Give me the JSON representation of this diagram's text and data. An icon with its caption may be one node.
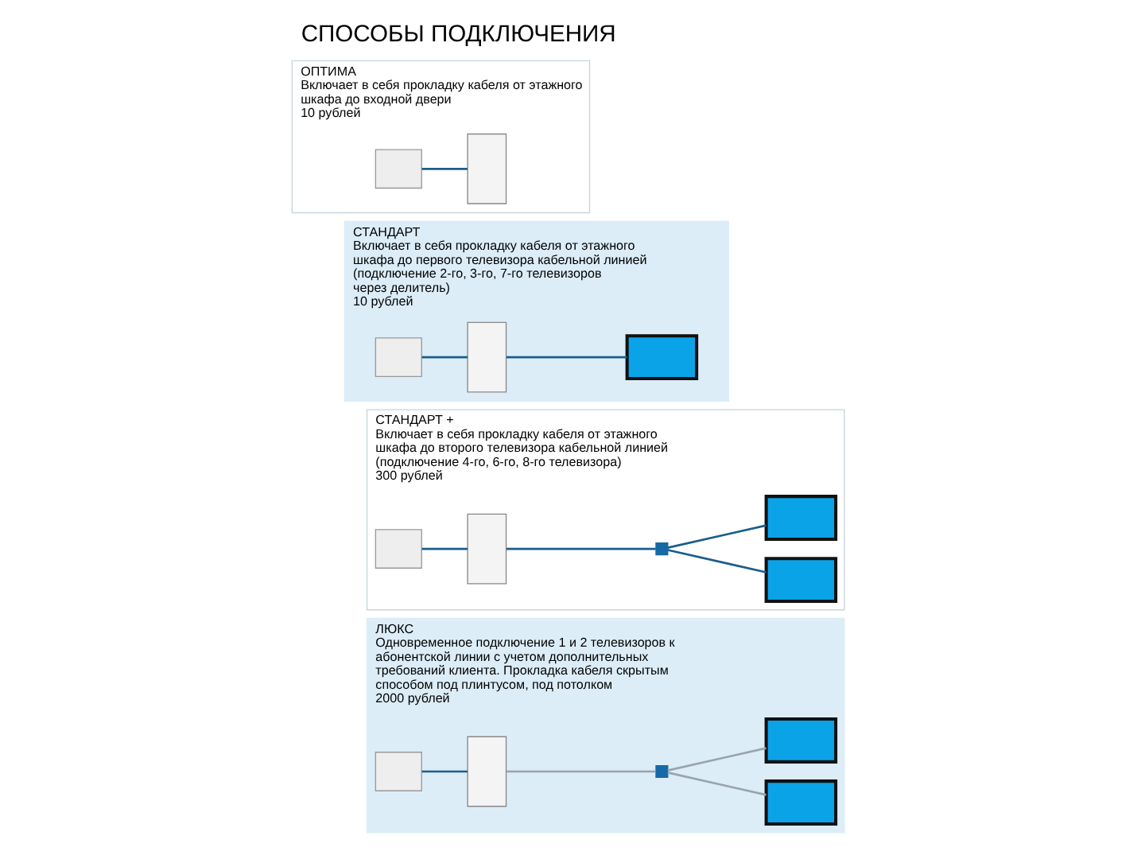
{
  "diagram": {
    "title": "СПОСОБЫ ПОДКЛЮЧЕНИЯ",
    "nodes": [
      {
        "text": [
          "ОПТИМА",
          "Включает в себя прокладку кабеля от этажного шкафа до входной двери",
          "10 рублей"
        ]
      },
      {
        "text": [],
        "shape": "box",
        "in": 0
      },
      {
        "text": [],
        "shape": "door",
        "in": 0
      },
      {
        "text": [
          "СТАНДАРТ",
          "Включает в себя прокладку кабеля от этажного шкафа до первого телевизора кабельной линией (подключение 2-го, 3-го, 7-го телевизоров через делитель)",
          "10 рублей"
        ]
      },
      {
        "text": [],
        "shape": "box",
        "in": 3
      },
      {
        "text": [],
        "shape": "door",
        "in": 3
      },
      {
        "text": [],
        "shape": "monitor",
        "in": 3
      },
      {
        "text": [
          "СТАНДАРТ +",
          "Включает в себя прокладку кабеля от этажного шкафа до второго телевизора кабельной линией (подключение 4-го, 6-го, 8-го телевизора)",
          "300 рублей"
        ]
      },
      {
        "text": [],
        "shape": "box",
        "in": 7
      },
      {
        "text": [],
        "shape": "door",
        "in": 7
      },
      {
        "text": [],
        "shape": "box",
        "in": 7
      },
      {
        "text": [],
        "shape": "monitor",
        "in": 7
      },
      {
        "text": [],
        "shape": "monitor",
        "in": 7
      },
      {
        "text": [
          "ЛЮКС",
          "Одновременное подключение 1 и 2 телевизоров к абонентской линии с учетом дополнительных требований клиента. Прокладка кабеля скрытым способом под плинтусом, под потолком",
          "2000 рублей"
        ]
      },
      {
        "text": [],
        "shape": "box",
        "in": 13
      },
      {
        "text": [],
        "shape": "door",
        "in": 13
      },
      {
        "text": [],
        "shape": "box",
        "in": 13
      },
      {
        "text": [],
        "shape": "monitor",
        "in": 13
      },
      {
        "text": [],
        "shape": "monitor",
        "in": 13
      }
    ],
    "edges": [
      {
        "from": 1,
        "to": 2,
        "arrow": "none"
      },
      {
        "from": 4,
        "to": 5,
        "arrow": "none"
      },
      {
        "from": 5,
        "to": 6,
        "arrow": "none"
      },
      {
        "from": 8,
        "to": 9,
        "arrow": "none"
      },
      {
        "from": 9,
        "to": 10,
        "arrow": "none"
      },
      {
        "from": 10,
        "to": 11,
        "arrow": "none"
      },
      {
        "from": 10,
        "to": 12,
        "arrow": "none"
      },
      {
        "from": 14,
        "to": 15,
        "arrow": "none"
      },
      {
        "from": 15,
        "to": 16,
        "arrow": "none",
        "color": "#9aa4ad"
      },
      {
        "from": 16,
        "to": 17,
        "arrow": "none",
        "color": "#9aa4ad"
      },
      {
        "from": 16,
        "to": 18,
        "arrow": "none",
        "color": "#9aa4ad"
      }
    ]
  }
}
